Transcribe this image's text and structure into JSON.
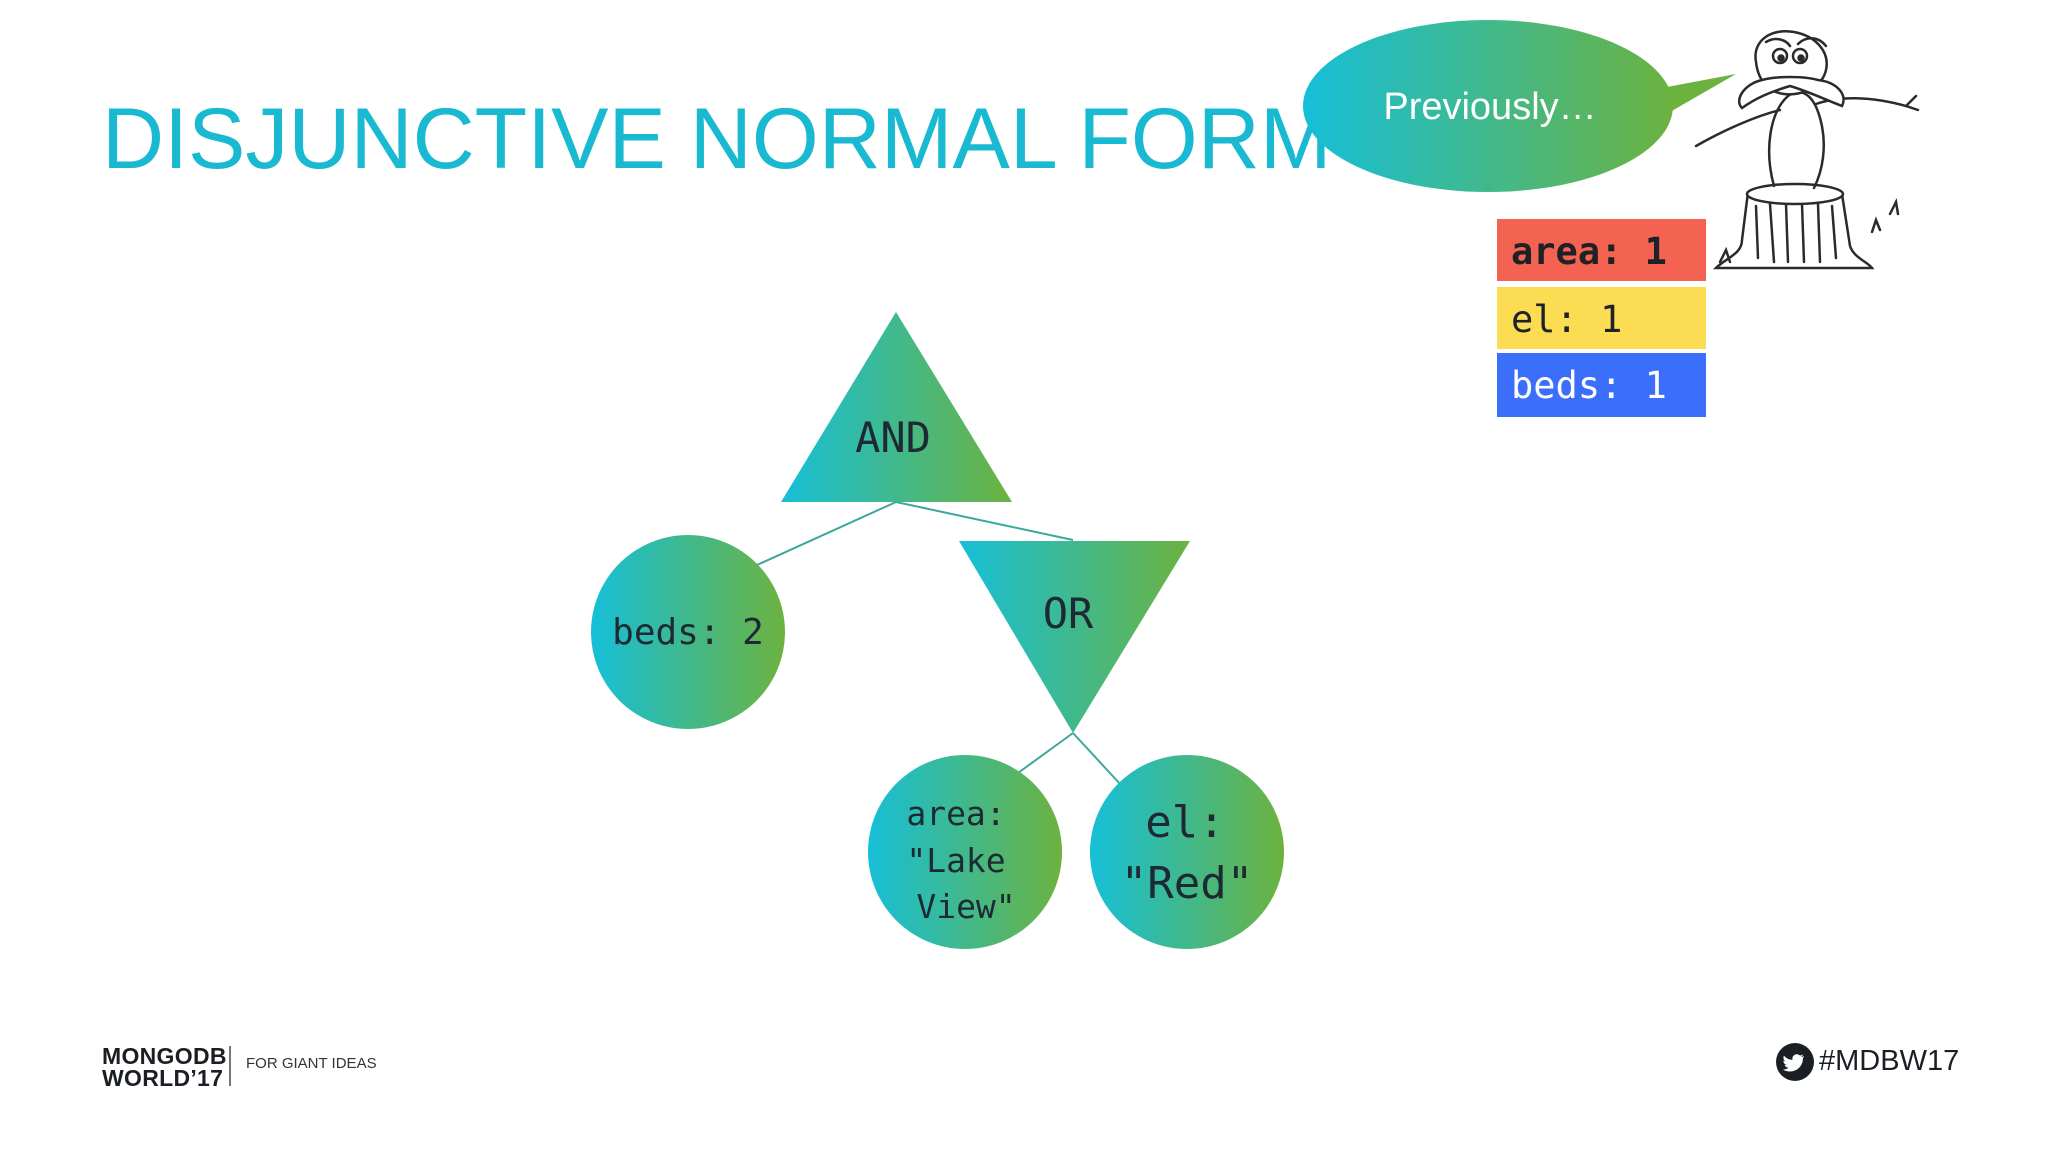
{
  "slide": {
    "title": "DISJUNCTIVE NORMAL FORM",
    "speech_bubble": "Previously…",
    "colors": {
      "title": "#1ab9d2",
      "gradient_start": "#16bfd8",
      "gradient_end": "#6cb23f",
      "index_area": "#f46252",
      "index_el": "#fbdc52",
      "index_beds": "#3b6efa"
    }
  },
  "index": {
    "area": "area: 1",
    "el": "el: 1",
    "beds": "beds: 1"
  },
  "tree": {
    "and_node": "AND",
    "or_node": "OR",
    "beds_leaf": "beds: 2",
    "area_leaf": [
      "area:",
      "\"Lake",
      "View\""
    ],
    "el_leaf": [
      "el:",
      "\"Red\""
    ]
  },
  "footer": {
    "logo_line1": "MONGODB",
    "logo_line2": "WORLD’17",
    "tagline": "FOR GIANT IDEAS",
    "hashtag": "#MDBW17",
    "icons": [
      "twitter-bird-icon",
      "lorax-character-illustration"
    ]
  }
}
